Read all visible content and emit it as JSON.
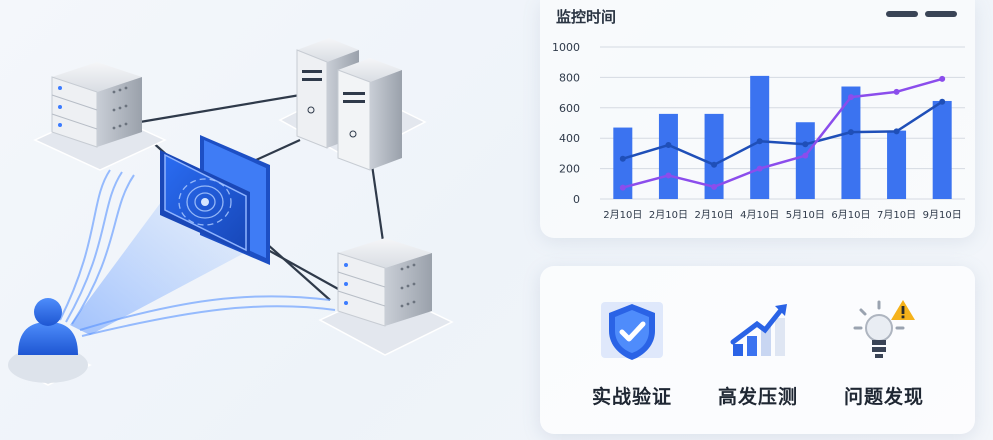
{
  "chart": {
    "title": "监控时间"
  },
  "chart_data": {
    "type": "bar",
    "categories": [
      "2月10日",
      "2月10日",
      "2月10日",
      "4月10日",
      "5月10日",
      "6月10日",
      "7月10日",
      "9月10日"
    ],
    "ylim": [
      0,
      1000
    ],
    "yticks": [
      0,
      200,
      400,
      600,
      800,
      1000
    ],
    "grid": true,
    "series": [
      {
        "kind": "bar",
        "values": [
          470,
          560,
          560,
          810,
          505,
          740,
          450,
          645
        ],
        "color": "#3b73f0"
      },
      {
        "kind": "line",
        "values": [
          265,
          355,
          225,
          380,
          360,
          440,
          445,
          640
        ],
        "color": "#1f4fb8"
      },
      {
        "kind": "line",
        "values": [
          75,
          155,
          80,
          200,
          285,
          670,
          705,
          790
        ],
        "color": "#8b4dec"
      }
    ]
  },
  "features": [
    {
      "label": "实战验证",
      "icon": "shield-check-icon"
    },
    {
      "label": "高发压测",
      "icon": "growth-arrow-icon"
    },
    {
      "label": "问题发现",
      "icon": "lightbulb-warning-icon"
    }
  ]
}
